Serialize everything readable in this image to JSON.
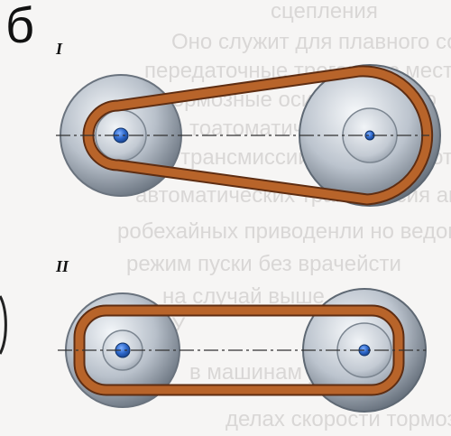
{
  "figure_letter": "б",
  "variants": [
    {
      "label": "I"
    },
    {
      "label": "II"
    }
  ],
  "background_text_lines": [
    "сцепления",
    "Оно служит для плавного соедине",
    "передаточные троганья с места. У",
    "тормозные оситеров предо",
    "тоатоматическ вкл",
    "трансмиссии обеспечи, которы",
    "автоматических трансмиссия автом",
    "робехайных приводенли но ведомом ше",
    "режим пуски без врачейсти",
    "на случай выше",
    "У",
    "в машинам ужо шинн",
    "делах скорости тормоза. В отли"
  ],
  "colors": {
    "belt_fill": "#b8642a",
    "belt_edge": "#5e2d12",
    "pulley_light": "#e9eef4",
    "pulley_mid": "#aeb6c1",
    "pulley_dark": "#6d7682",
    "hub_blue": "#2c66c9",
    "axis_line": "#333333"
  }
}
